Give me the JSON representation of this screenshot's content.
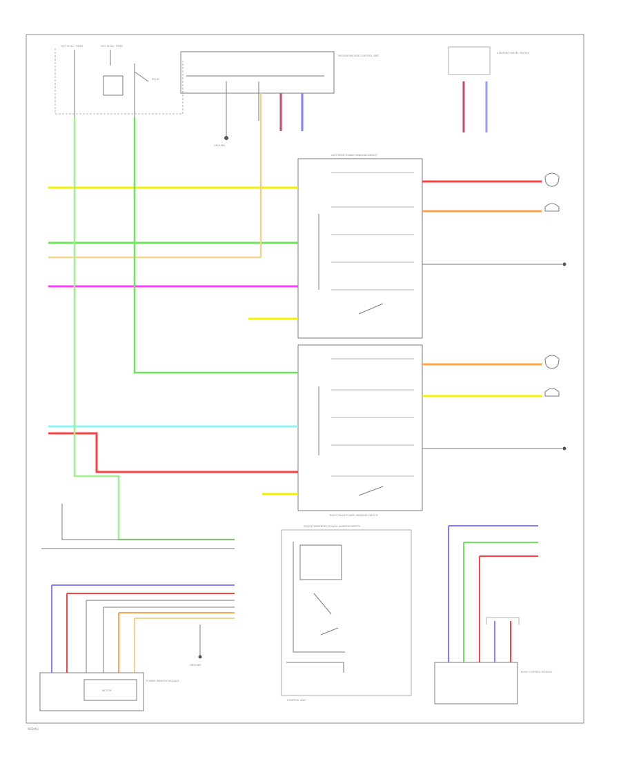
{
  "diagram": {
    "footer_code": "W/DIAG",
    "colors": {
      "yellow": "#f3f000",
      "green": "#6de35a",
      "lightgreen": "#9ef28a",
      "tan": "#f1d38e",
      "magenta": "#ff3cff",
      "cyan": "#8ef5f5",
      "red": "#ff4040",
      "orange": "#ffa24a",
      "blue": "#7f7fff",
      "purple": "#9a9aff",
      "darkred": "#c84860",
      "darkgreen": "#2f6a2f",
      "wire": "#7a7a7a"
    },
    "labels": {
      "fuse_a": "HOT IN ALL TIMES",
      "fuse_b": "HOT IN ALL TIMES",
      "ecu_top": "PASSENGER SIDE CONTROL UNIT",
      "ecu_right": "STEERING WHEEL SWITCH",
      "left_switch": "LEFT REAR POWER WINDOW SWITCH",
      "right_switch": "RIGHT REAR POWER WINDOW SWITCH",
      "control_unit": "CONTROL UNIT",
      "ground_1": "GROUND",
      "ground_2": "GROUND",
      "motor": "MOTOR",
      "module_bottom_left": "POWER WINDOW MODULE",
      "module_bottom_right": "BODY CONTROL MODULE",
      "main_switch": "FRONT PASSENGER POWER WINDOW SWITCH"
    }
  }
}
